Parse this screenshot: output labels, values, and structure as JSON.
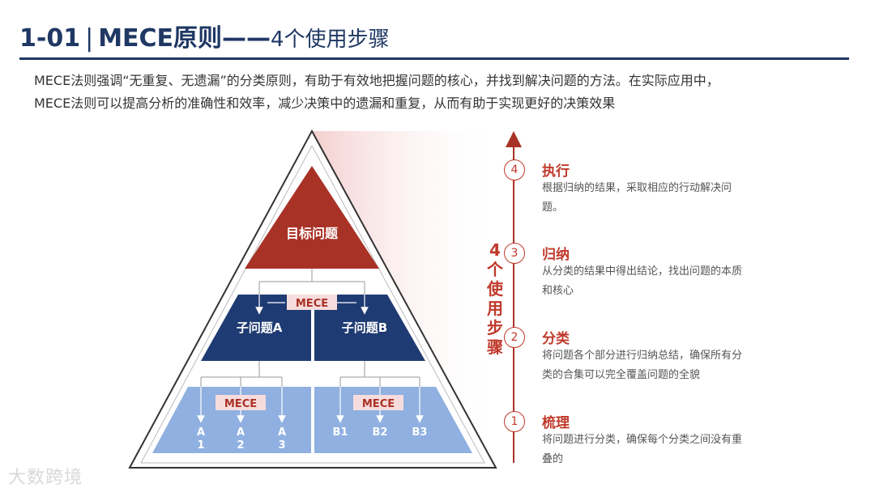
{
  "header": {
    "number": "1-01",
    "separator": "|",
    "title": "MECE原则——",
    "subtitle": "4个使用步骤"
  },
  "intro": {
    "line1": "MECE法则强调“无重复、无遗漏”的分类原则，有助于有效地把握问题的核心，并找到解决问题的方法。在实际应用中，",
    "line2": "MECE法则可以提高分析的准确性和效率，减少决策中的遗漏和重复，从而有助于实现更好的决策效果"
  },
  "pyramid": {
    "top_label": "目标问题",
    "mece_label": "MECE",
    "sub_a": "子问题A",
    "sub_b": "子问题B",
    "leaves_a": [
      [
        "A",
        "1"
      ],
      [
        "A",
        "2"
      ],
      [
        "A",
        "3"
      ]
    ],
    "leaves_b": [
      "B1",
      "B2",
      "B3"
    ]
  },
  "steps_title": "4个使用步骤",
  "steps": [
    {
      "num": "4",
      "name": "执行",
      "desc": "根据归纳的结果，采取相应的行动解决问题。"
    },
    {
      "num": "3",
      "name": "归纳",
      "desc": "从分类的结果中得出结论，找出问题的本质和核心"
    },
    {
      "num": "2",
      "name": "分类",
      "desc": "将问题各个部分进行归纳总结，确保所有分类的合集可以完全覆盖问题的全貌"
    },
    {
      "num": "1",
      "name": "梳理",
      "desc": "将问题进行分类，确保每个分类之间没有重叠的"
    }
  ],
  "watermark": "大数跨境",
  "colors": {
    "navy": "#1f3864",
    "red": "#a93226",
    "accent": "#c0392b",
    "dark_blue": "#1f3b73",
    "light_blue": "#8fb0e0"
  }
}
